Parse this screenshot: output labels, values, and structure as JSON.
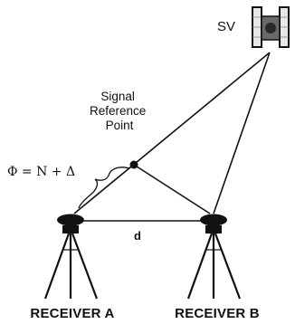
{
  "satellite": {
    "label": "SV"
  },
  "signal_point": {
    "label_lines": [
      "Signal",
      "Reference",
      "Point"
    ]
  },
  "phase": {
    "equation": "Φ = N + Δ"
  },
  "baseline": {
    "label": "d"
  },
  "receivers": [
    {
      "label": "RECEIVER A"
    },
    {
      "label": "RECEIVER B"
    }
  ]
}
